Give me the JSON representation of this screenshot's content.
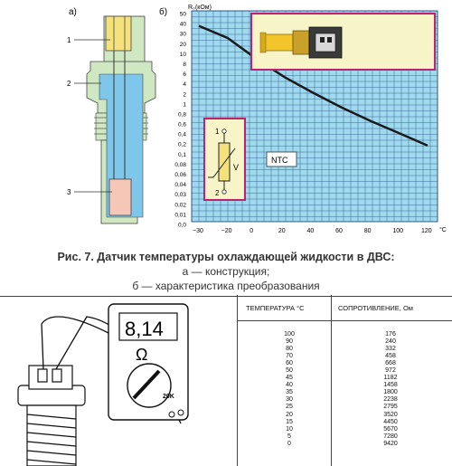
{
  "panel_labels": {
    "a": "а)",
    "b": "б)"
  },
  "sensor_callouts": [
    "1",
    "2",
    "3"
  ],
  "colors": {
    "chart_bg": "#9fd9ee",
    "grid": "#1c3a7a",
    "inset_border": "#c2206a",
    "inset_fill": "#f7f5c8",
    "sensor_yellow": "#f6e27d",
    "sensor_blue": "#7ec6ea",
    "sensor_pink": "#f6c6b6",
    "sensor_green": "#cfe8c2"
  },
  "chart_data": {
    "type": "line",
    "ylabel": "R₀(кОм)",
    "xlabel_unit": "°C",
    "x_ticks": [
      "−30",
      "−20",
      "0",
      "20",
      "40",
      "60",
      "80",
      "100",
      "120"
    ],
    "y_ticks": [
      "50",
      "40",
      "30",
      "20",
      "10",
      "8",
      "6",
      "4",
      "2",
      "1",
      "0,8",
      "0,6",
      "0,4",
      "0,2",
      "0,1",
      "0,08",
      "0,06",
      "0,04",
      "0,03",
      "0,02",
      "0,01",
      "0,0"
    ],
    "annotation": "NTC",
    "series": [
      {
        "x": [
          -30,
          -20,
          0,
          20,
          40,
          60,
          80,
          100,
          120
        ],
        "y": [
          28,
          16,
          6.0,
          2.5,
          1.2,
          0.6,
          0.32,
          0.18,
          0.1
        ]
      }
    ]
  },
  "circuit_symbol": {
    "pin_top": "1",
    "pin_bottom": "2",
    "symbol": "V"
  },
  "caption": {
    "title": "Рис. 7. Датчик температуры охлаждающей жидкости в ДВС:",
    "line_a": "а — конструкция;",
    "line_b": "б — характеристика преобразования"
  },
  "multimeter": {
    "reading": "8,14",
    "unit": "Ω",
    "range": "20K"
  },
  "table": {
    "header_temp": "ТЕМПЕРАТУРА °C",
    "header_res": "СОПРОТИВЛЕНИЕ, Ом",
    "temps": [
      "100",
      "90",
      "80",
      "70",
      "60",
      "50",
      "45",
      "40",
      "35",
      "30",
      "25",
      "20",
      "15",
      "10",
      "5",
      "0"
    ],
    "resistances": [
      "176",
      "240",
      "332",
      "458",
      "668",
      "972",
      "1182",
      "1458",
      "1800",
      "2238",
      "2795",
      "3520",
      "4450",
      "5670",
      "7280",
      "9420"
    ]
  }
}
